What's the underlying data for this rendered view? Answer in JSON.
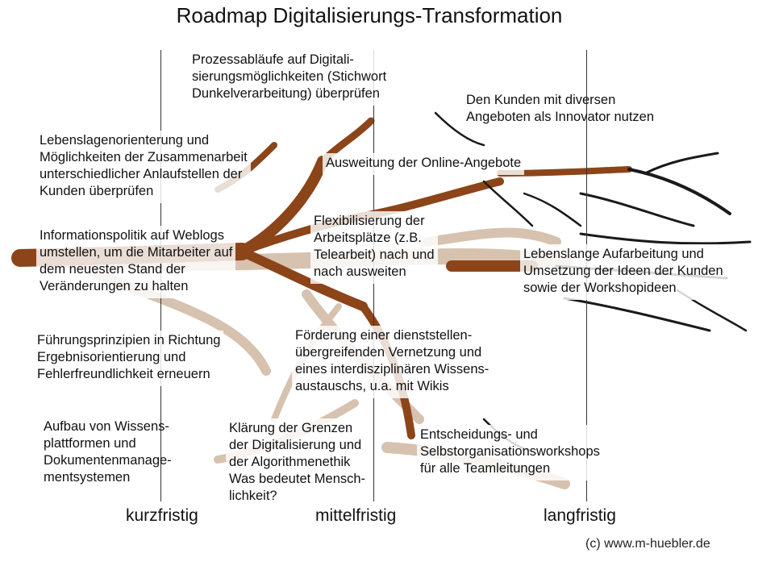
{
  "title": "Roadmap Digitalisierungs-Transformation",
  "colors": {
    "root_brown": "#8c4419",
    "root_tan": "#d7c2b0",
    "root_dark": "#1a1a1a"
  },
  "notes": {
    "prozess": "Prozessabläufe auf Digitali-\nsierungsmöglichkeiten (Stichwort\nDunkelverarbeitung) überprüfen",
    "kunden_innovator": "Den Kunden mit diversen\nAngeboten als Innovator nutzen",
    "lebenslagen": "Lebenslagenorienterung und\nMöglichkeiten der Zusammenarbeit\nunterschiedlicher Anlaufstellen der\nKunden überprüfen",
    "online": "Ausweitung der Online-Angebote",
    "weblogs": "Informationspolitik auf Weblogs\numstellen, um die Mitarbeiter auf\ndem neuesten Stand der\nVeränderungen zu halten",
    "flexi": "Flexibilisierung der\nArbeitsplätze (z.B.\nTelearbeit) nach und\nnach ausweiten",
    "lebenslange": "Lebenslange Aufarbeitung und\nUmsetzung der Ideen der Kunden\nsowie der Workshopideen",
    "fuehrung": "Führungsprinzipien in Richtung\n Ergebnisorientierung und\nFehlerfreundlichkeit erneuern",
    "vernetzung": "Förderung einer dienststellen-\nübergreifenden Vernetzung und\neines interdisziplinären Wissens-\naustauschs, u.a. mit Wikis",
    "wissensplattformen": "Aufbau von Wissens-\nplattformen und\nDokumentenmanage-\nmentsystemen",
    "grenzen": "Klärung der Grenzen\nder Digitalisierung und\nder Algorithmenethik\nWas bedeutet Mensch-\nlichkeit?",
    "workshops": "Entscheidungs- und\nSelbstorganisationsworkshops\nfür alle Teamleitungen"
  },
  "axis": {
    "short": "kurzfristig",
    "mid": "mittelfristig",
    "long": "langfristig"
  },
  "copyright": "(c) www.m-huebler.de"
}
